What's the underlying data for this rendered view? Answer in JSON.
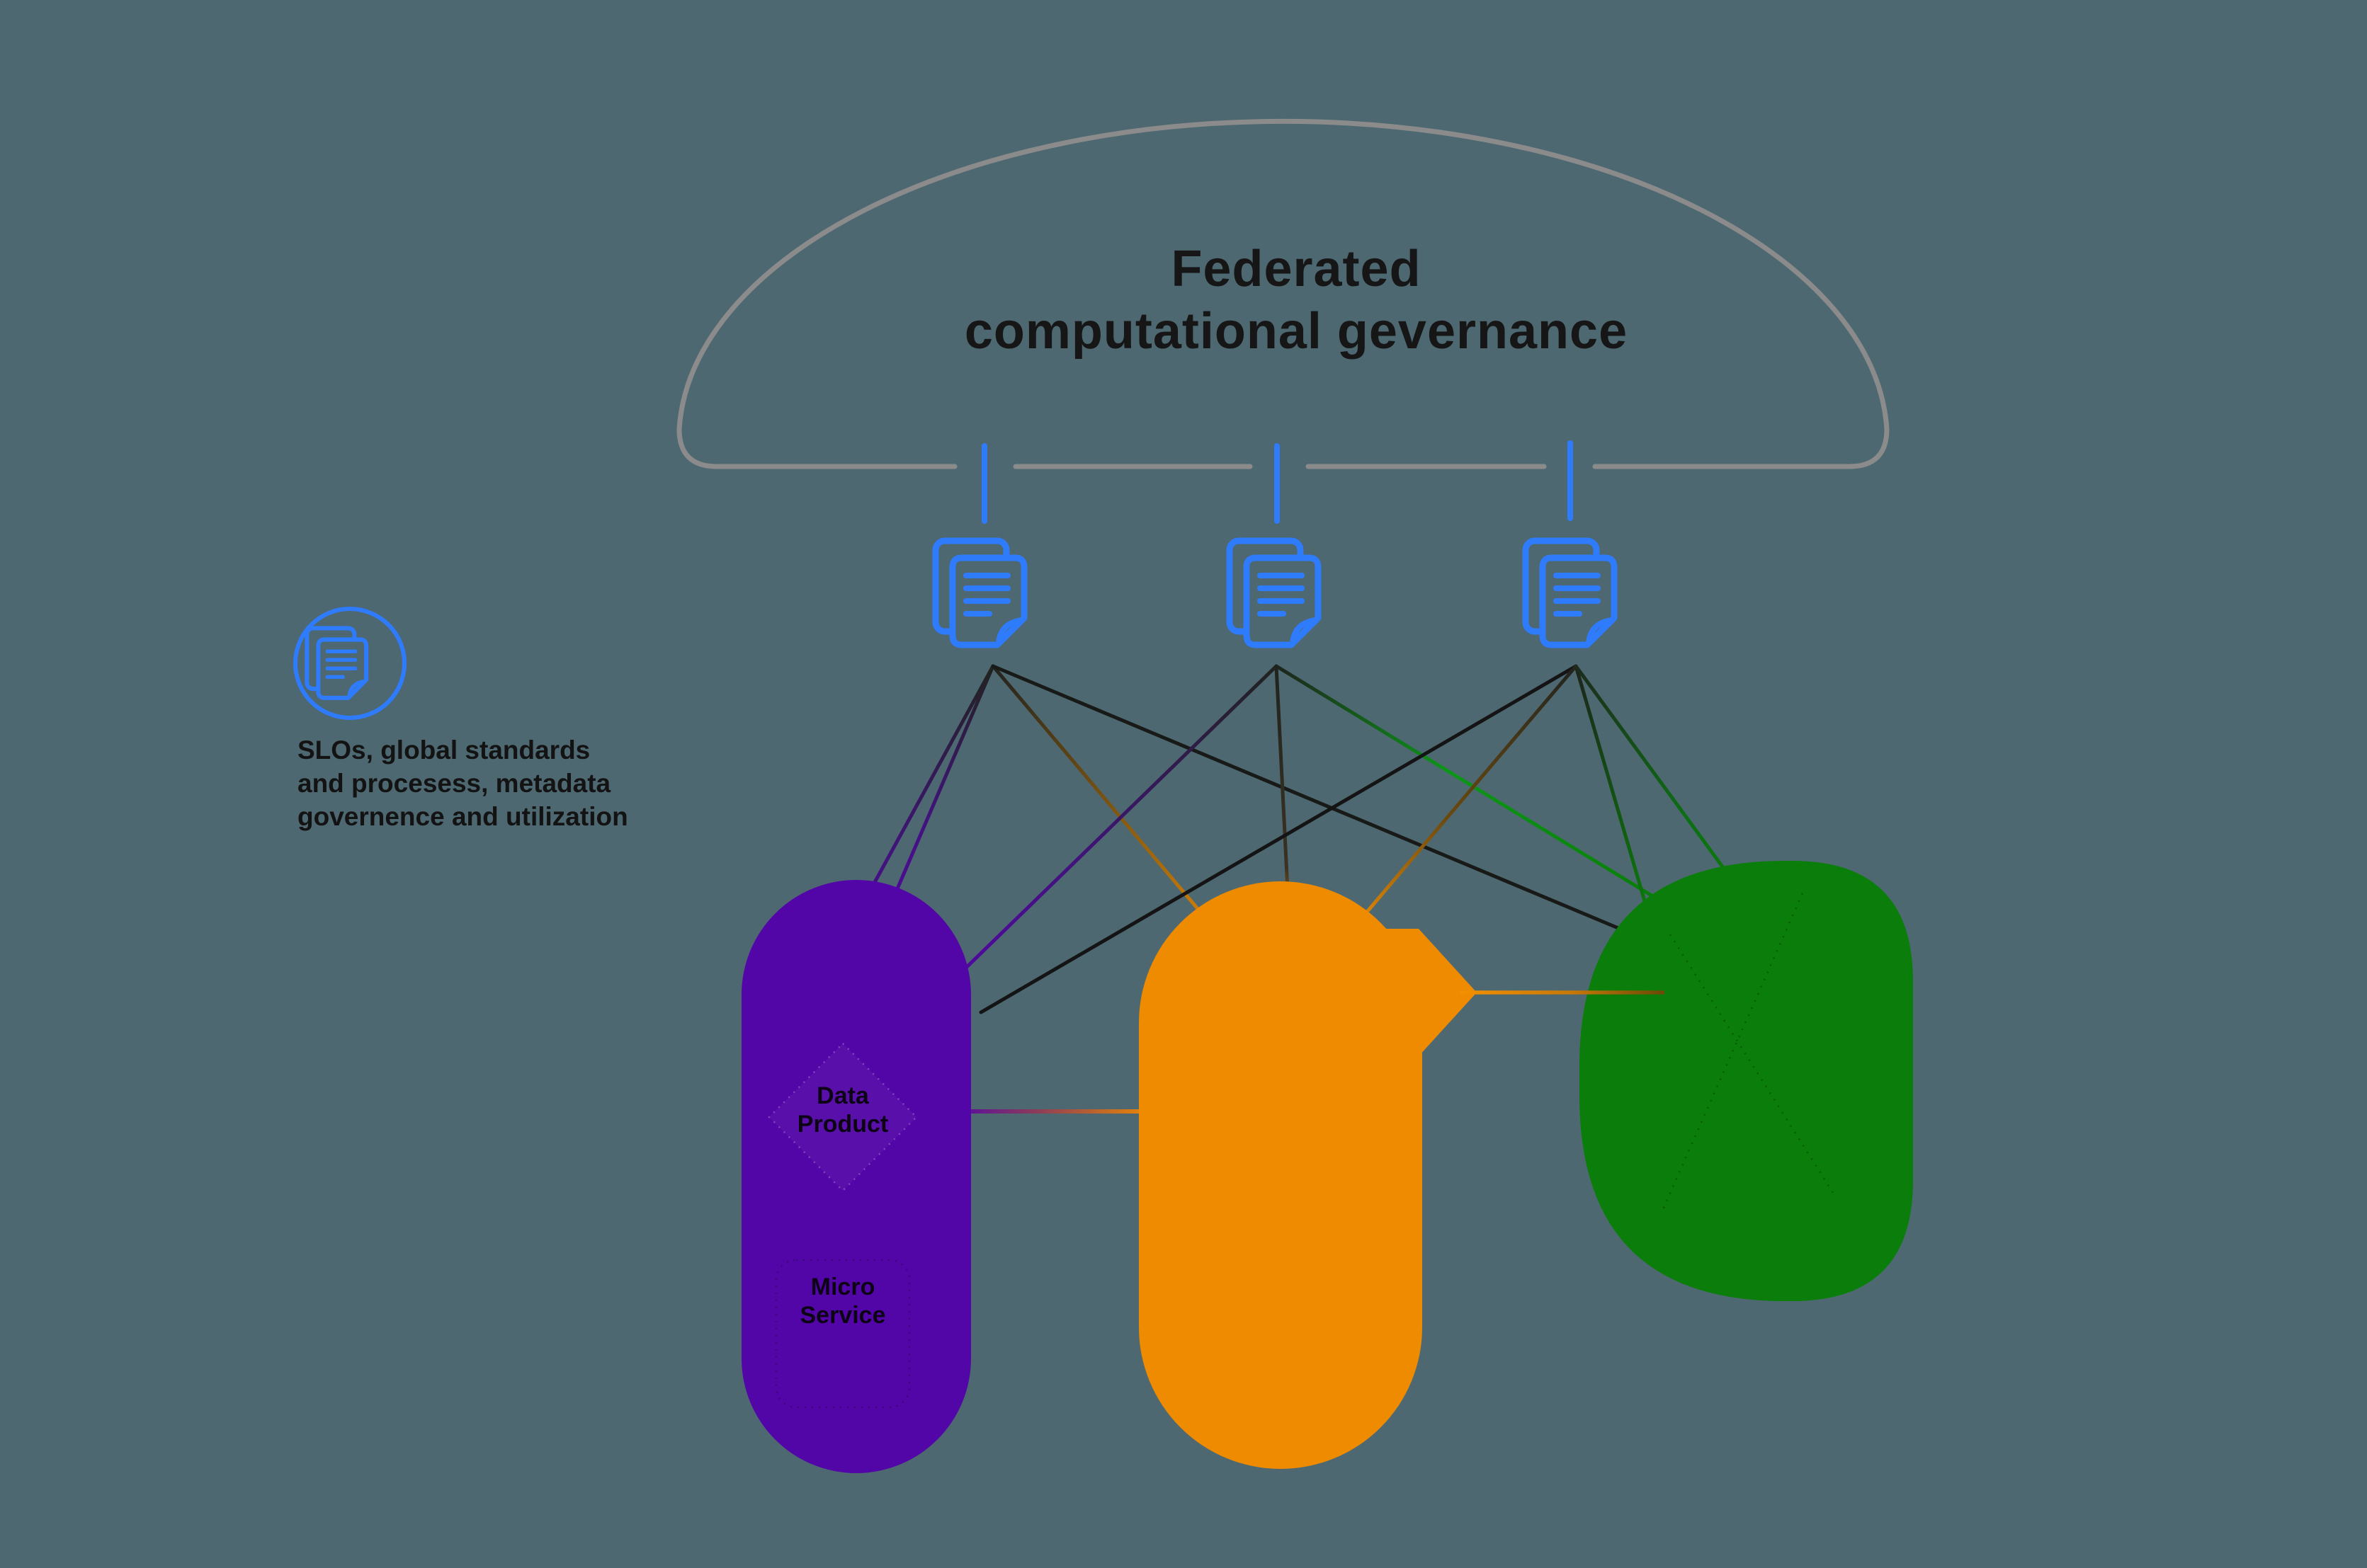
{
  "title": {
    "line1": "Federated",
    "line2": "computational gevernance"
  },
  "legend": {
    "icon": "documents-icon",
    "line1": "SLOs, global standards",
    "line2": "and procesess, metadata",
    "line3": "governence and utilization"
  },
  "governance_docs": {
    "icon": "documents-icon",
    "count": 3
  },
  "blobs": {
    "data_product_node": {
      "color": "#5306A7",
      "label_top_line1": "Data",
      "label_top_line2": "Product",
      "label_bottom_line1": "Micro",
      "label_bottom_line2": "Service"
    },
    "orange_node": {
      "color": "#EE8B01"
    },
    "green_node": {
      "color": "#0A7D0A"
    }
  },
  "colors": {
    "background": "#4E6872",
    "dome_outline": "#8B8B8B",
    "doc_blue": "#2E7BFC",
    "line_dark": "#171A17",
    "purple": "#5306A7",
    "orange": "#EE8B01",
    "green": "#0A7D0A",
    "text": "#141414"
  }
}
